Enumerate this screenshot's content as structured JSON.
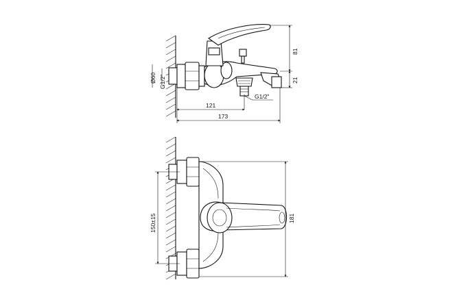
{
  "dimensions": {
    "thread_side": "G1/2\"",
    "diameter": "Ø60",
    "height_top": "81",
    "height_spout": "21",
    "thread_bottom": "G1/2\"",
    "reach_inner": "121",
    "reach_total": "173",
    "center_distance": "150±15",
    "body_height": "181"
  }
}
